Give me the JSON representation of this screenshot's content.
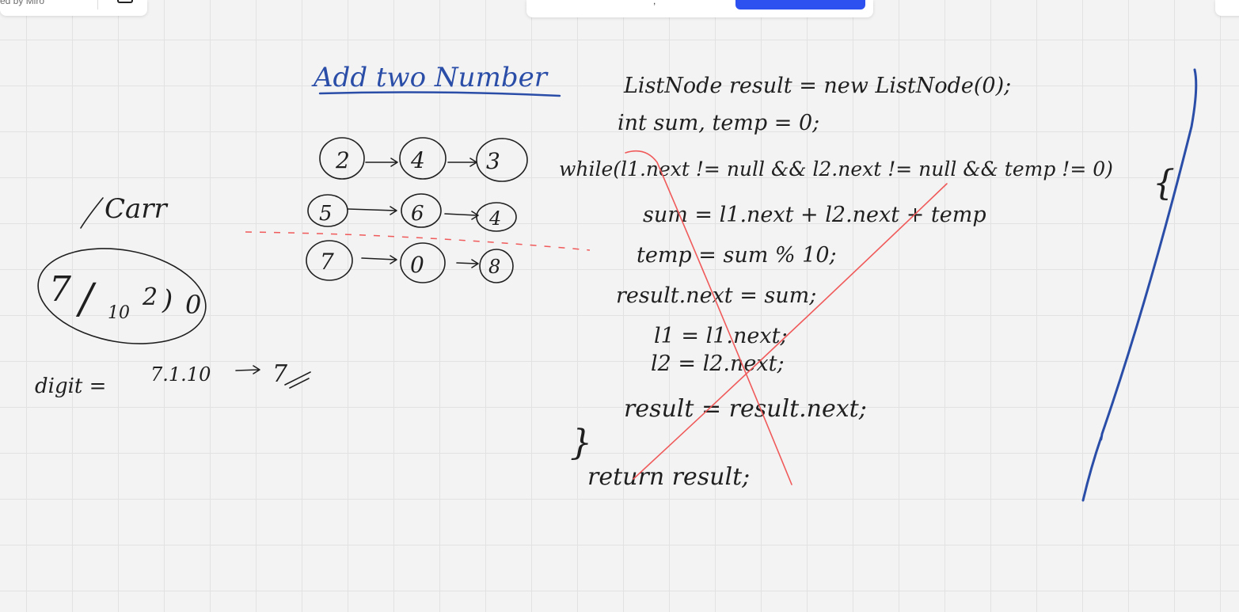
{
  "toolbar": {
    "brand_text": "ed by Miro",
    "center_mark": ",",
    "cta_label": "",
    "right_mark": ""
  },
  "board": {
    "title": "Add two Number",
    "list_rows": [
      [
        "2",
        "4",
        "3"
      ],
      [
        "5",
        "6",
        "4"
      ],
      [
        "7",
        "0",
        "8"
      ]
    ],
    "carry_label": "Carr",
    "division_digits": [
      "7",
      "/",
      "10",
      "2",
      ")",
      "0"
    ],
    "digit_note": "digit =",
    "digit_expr": "7.1.10",
    "digit_result": "7",
    "code_lines": [
      "ListNode result = new ListNode(0);",
      "int sum, temp = 0;",
      "while(l1.next != null && l2.next != null && temp != 0)",
      "sum = l1.next + l2.next + temp",
      "temp = sum % 10;",
      "result.next = sum;",
      "l1 = l1.next;",
      "l2 = l2.next;",
      "result = result.next;",
      "}",
      "return result;"
    ],
    "open_brace": "{",
    "colors": {
      "ink": "#1f1f1f",
      "title_blue": "#2a4da8",
      "strike_red": "#f05a5a",
      "cta_blue": "#2d50f0"
    }
  }
}
